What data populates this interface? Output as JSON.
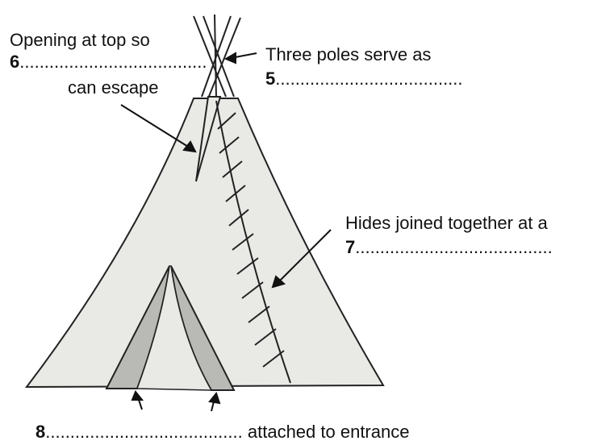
{
  "labels": {
    "q6": {
      "line1": "Opening at top so",
      "number": "6",
      "blank": "......................................",
      "line2": "can escape"
    },
    "q5": {
      "line1": "Three poles serve as",
      "number": "5",
      "blank": "......................................"
    },
    "q7": {
      "line1": "Hides joined together at a",
      "number": "7",
      "blank": "........................................"
    },
    "q8": {
      "number": "8",
      "blank": "........................................",
      "text": "attached to entrance"
    }
  }
}
